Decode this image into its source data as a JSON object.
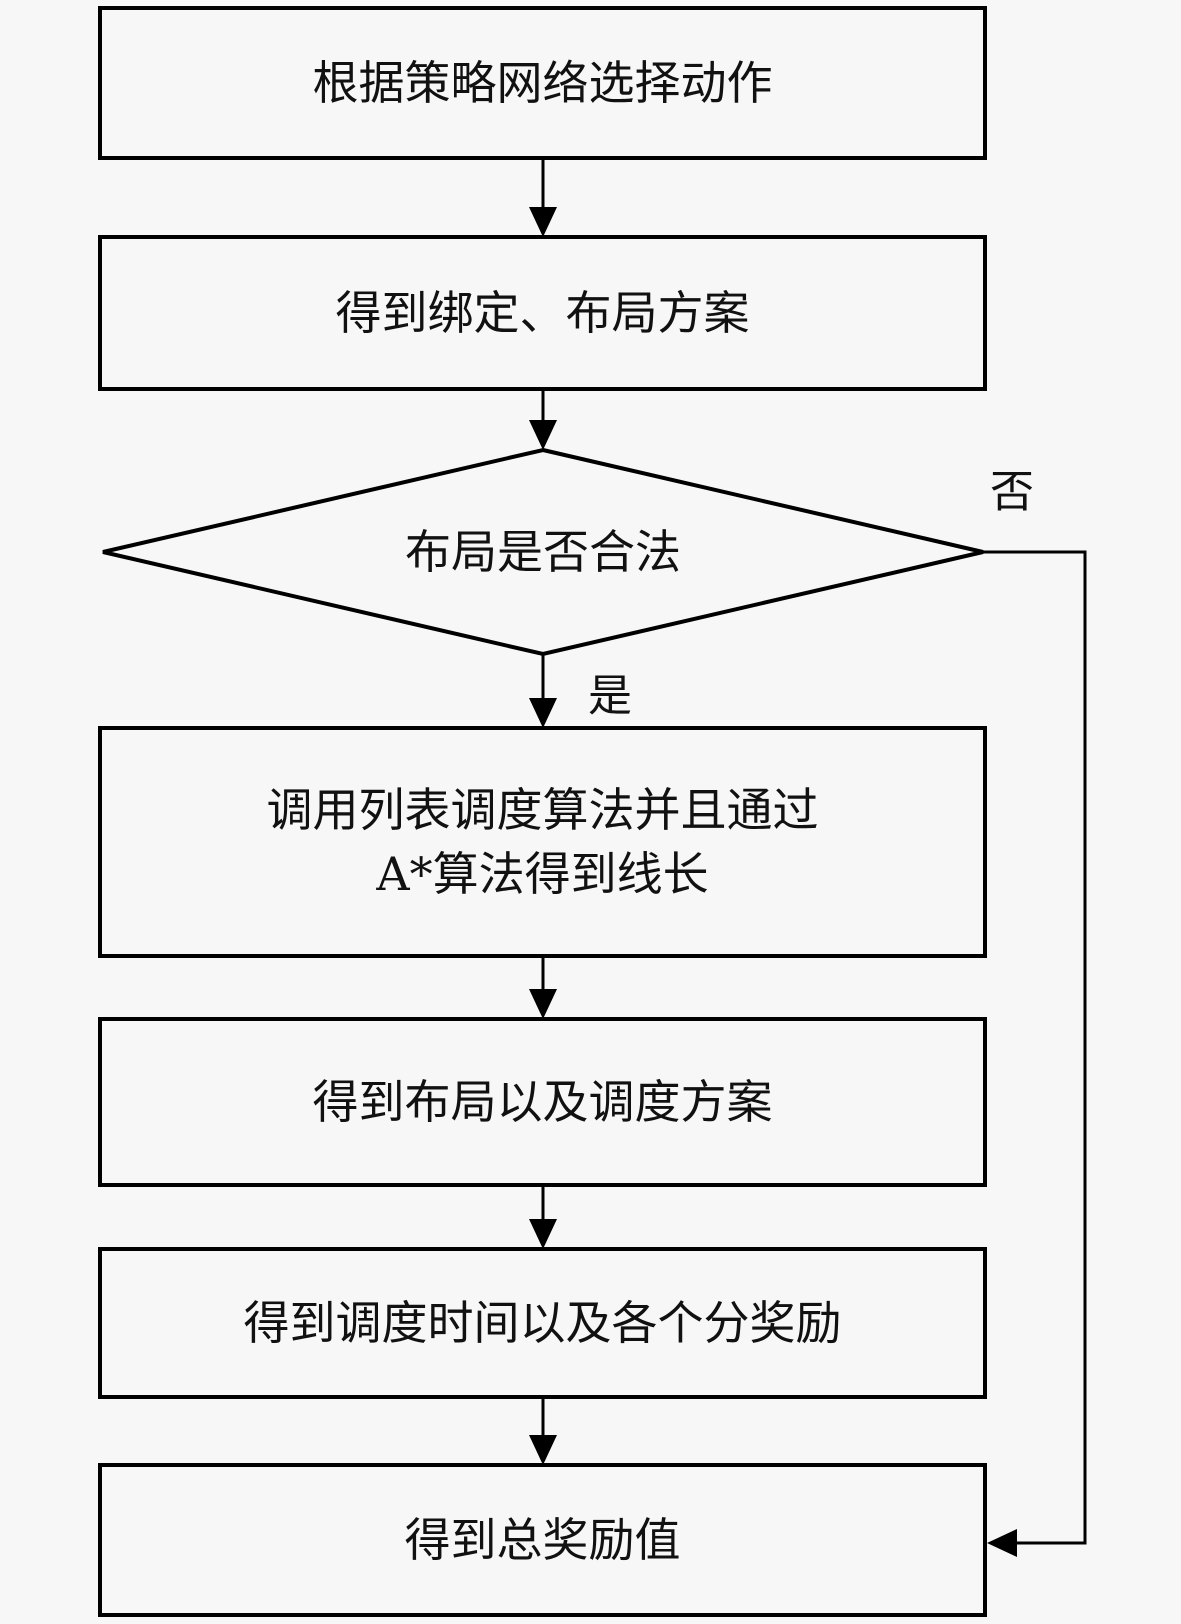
{
  "diagram": {
    "type": "flowchart",
    "nodes": [
      {
        "id": "n1",
        "shape": "rect",
        "lines": [
          "根据策略网络选择动作"
        ]
      },
      {
        "id": "n2",
        "shape": "rect",
        "lines": [
          "得到绑定、布局方案"
        ]
      },
      {
        "id": "n3",
        "shape": "diamond",
        "lines": [
          "布局是否合法"
        ]
      },
      {
        "id": "n4",
        "shape": "rect",
        "lines": [
          "调用列表调度算法并且通过",
          "A*算法得到线长"
        ]
      },
      {
        "id": "n5",
        "shape": "rect",
        "lines": [
          "得到布局以及调度方案"
        ]
      },
      {
        "id": "n6",
        "shape": "rect",
        "lines": [
          "得到调度时间以及各个分奖励"
        ]
      },
      {
        "id": "n7",
        "shape": "rect",
        "lines": [
          "得到总奖励值"
        ]
      }
    ],
    "edges": [
      {
        "from": "n1",
        "to": "n2",
        "label": ""
      },
      {
        "from": "n2",
        "to": "n3",
        "label": ""
      },
      {
        "from": "n3",
        "to": "n4",
        "label": "是"
      },
      {
        "from": "n4",
        "to": "n5",
        "label": ""
      },
      {
        "from": "n5",
        "to": "n6",
        "label": ""
      },
      {
        "from": "n6",
        "to": "n7",
        "label": ""
      },
      {
        "from": "n3",
        "to": "n7",
        "label": "否"
      }
    ]
  }
}
